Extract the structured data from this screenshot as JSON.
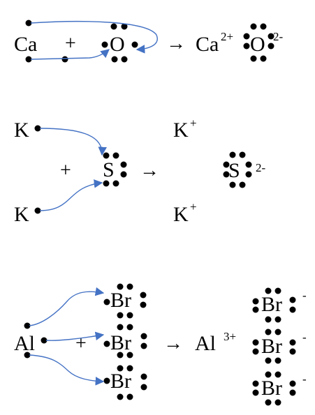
{
  "colors": {
    "ink": "#000000",
    "arrow": "#4472C4"
  },
  "row1": {
    "ca": "Ca",
    "plus": "+",
    "o": "O",
    "yields": "→",
    "ca_ion": "Ca",
    "ca_charge": "2+",
    "o_ion": "O",
    "o_charge": "2-"
  },
  "row2": {
    "k_top": "K",
    "k_bottom": "K",
    "plus": "+",
    "s": "S",
    "yields": "→",
    "k_ion_top": "K",
    "k_charge_top": "+",
    "s_ion": "S",
    "s_charge": "2-",
    "k_ion_bottom": "K",
    "k_charge_bottom": "+"
  },
  "row3": {
    "al": "Al",
    "plus": "+",
    "br_top": "Br",
    "br_mid": "Br",
    "br_bot": "Br",
    "yields": "→",
    "al_ion": "Al",
    "al_charge": "3+",
    "br_ion_top": "Br",
    "br_charge_top": "-",
    "br_ion_mid": "Br",
    "br_charge_mid": "-",
    "br_ion_bot": "Br",
    "br_charge_bot": "-"
  }
}
